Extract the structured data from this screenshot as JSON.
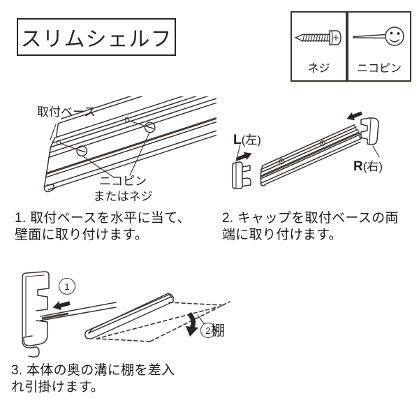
{
  "title": "スリムシェルフ",
  "parts": {
    "screw": {
      "label": "ネジ"
    },
    "nicopin": {
      "label": "ニコピン"
    }
  },
  "step1": {
    "label_base": "取付ベース",
    "pin_label_line1": "ニコピン",
    "pin_label_line2": "またはネジ",
    "text_line1": "1. 取付ベースを水平に当て、",
    "text_line2": "壁面に取り付けます。"
  },
  "step2": {
    "cap_left": {
      "letter": "L",
      "suffix": "(左)"
    },
    "cap_right": {
      "letter": "R",
      "suffix": "(右)"
    },
    "text_line1": "2. キャップを取付ベースの両",
    "text_line2": "端に取り付けます。"
  },
  "step3": {
    "marker1": "1",
    "marker2": "2",
    "shelf_label": "棚",
    "text_line1": "3. 本体の奥の溝に棚を差入",
    "text_line2": "れ引掛けます。"
  },
  "colors": {
    "line": "#3b332e",
    "text": "#241e1a"
  }
}
